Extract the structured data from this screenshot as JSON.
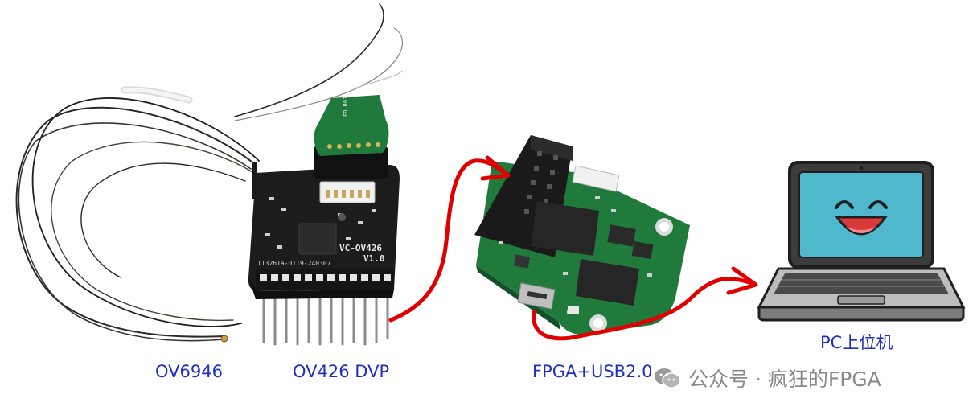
{
  "labels": {
    "sensor": "OV6946",
    "dvp": "OV426 DVP",
    "fpga": "FPGA+USB2.0",
    "pc": "PC上位机"
  },
  "board": {
    "name": "VC-OV426",
    "version": "V1.0",
    "serial": "113261a-0119-240307"
  },
  "watermark": {
    "text": "公众号 · 疯狂的FPGA",
    "icon": "wechat-icon"
  },
  "colors": {
    "label": "#1f2fbf",
    "arrow": "#e10000",
    "pcb_dark": "#1c1c1c",
    "pcb_green": "#1f7a3c",
    "screen": "#4fb8cc"
  }
}
